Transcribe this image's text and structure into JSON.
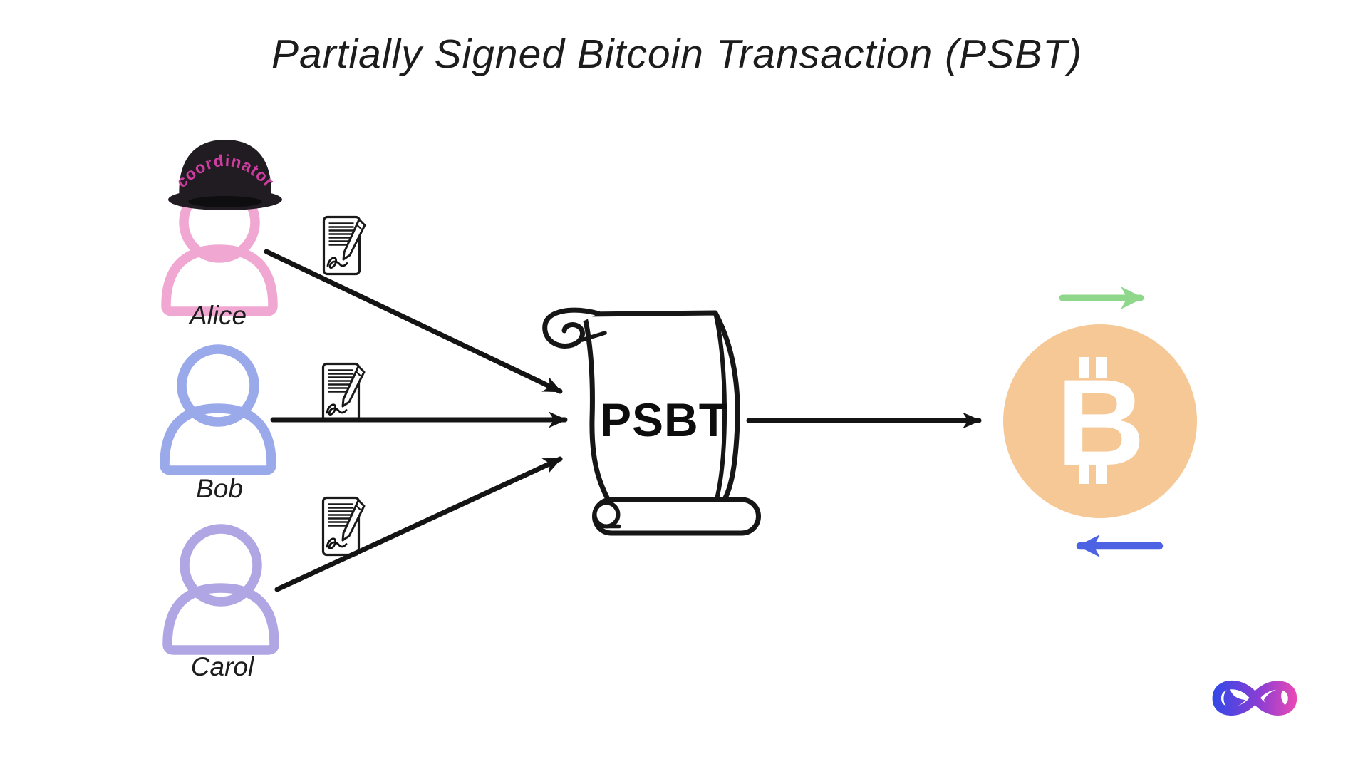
{
  "title": "Partially Signed Bitcoin Transaction (PSBT)",
  "participants": [
    {
      "name": "Alice",
      "color": "#F0A8D2"
    },
    {
      "name": "Bob",
      "color": "#9AA9E9"
    },
    {
      "name": "Carol",
      "color": "#B0A6E4"
    }
  ],
  "hat": {
    "label": "coordinator",
    "label_color": "#CE3D9F",
    "color": "#201C22"
  },
  "psbt": {
    "label": "PSBT"
  },
  "bitcoin": {
    "symbol": "B",
    "circle_color": "#F6C896",
    "symbol_color": "#FFFFFF"
  },
  "flows": {
    "input_arrow_color": "#141414",
    "output_arrow_color": "#141414",
    "send_color": "#8FD78B",
    "receive_color": "#4D63E3"
  },
  "icons": {
    "signature_document": "signed-document-icon",
    "psbt_scroll": "psbt-scroll-icon",
    "bitcoin": "bitcoin-icon",
    "brand": "infinity-logo"
  },
  "brand_gradient": [
    "#2E49E8",
    "#8A3ED4",
    "#EF4AB4"
  ]
}
